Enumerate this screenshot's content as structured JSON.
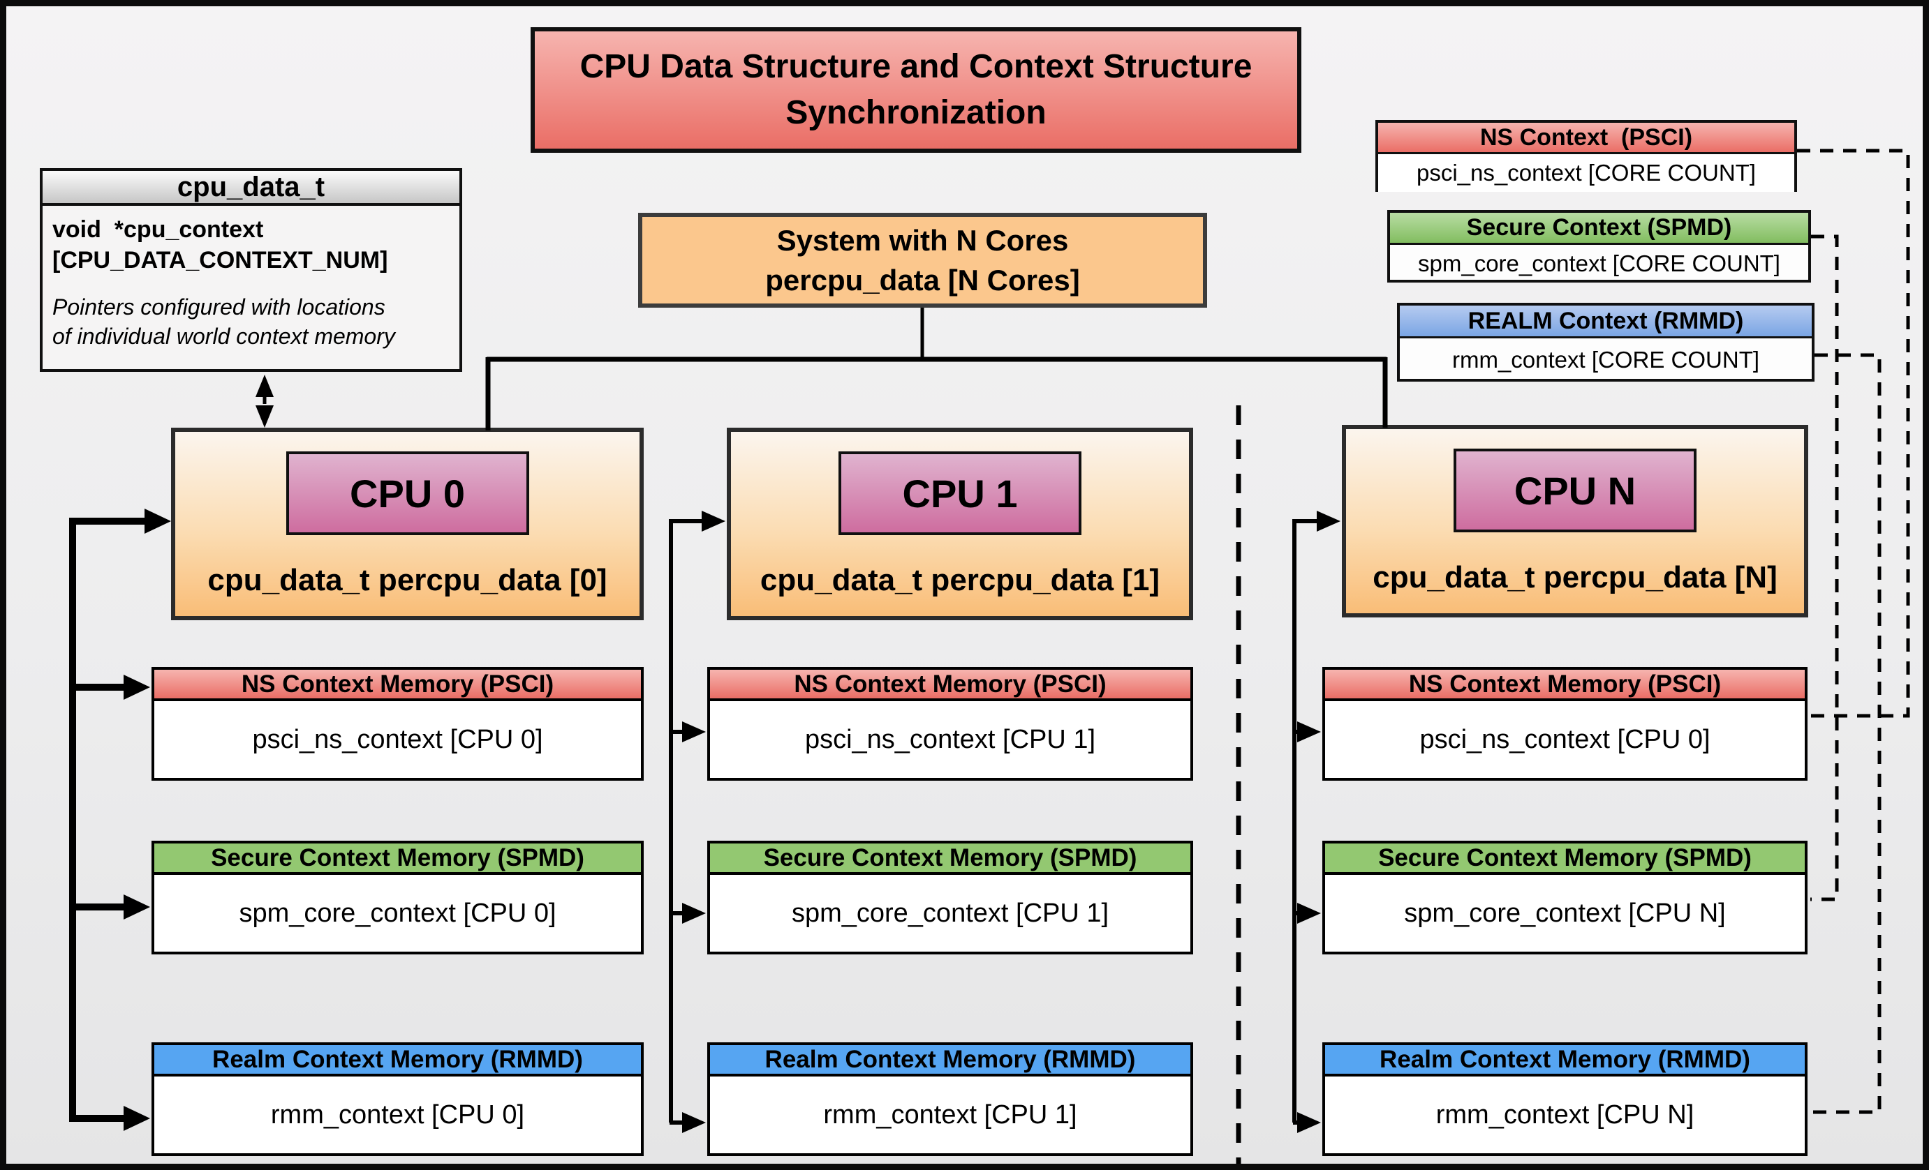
{
  "title": {
    "line1": "CPU Data Structure and Context Structure",
    "line2": "Synchronization"
  },
  "cpu_data_t": {
    "header": "cpu_data_t",
    "fields": "void  *cpu_context\n[CPU_DATA_CONTEXT_NUM]",
    "note": "Pointers configured with locations\nof individual world context memory"
  },
  "system_box": {
    "line1": "System with N Cores",
    "line2": "percpu_data [N Cores]"
  },
  "legend": {
    "ns": {
      "header": "NS Context  (PSCI)",
      "body": "psci_ns_context [CORE COUNT]"
    },
    "secure": {
      "header": "Secure Context (SPMD)",
      "body": "spm_core_context [CORE COUNT]"
    },
    "realm": {
      "header": "REALM Context (RMMD)",
      "body": "rmm_context [CORE COUNT]"
    }
  },
  "cpus": [
    {
      "label": "CPU 0",
      "data_label": "cpu_data_t percpu_data [0]",
      "ns": {
        "header": "NS Context Memory (PSCI)",
        "body": "psci_ns_context [CPU 0]"
      },
      "secure": {
        "header": "Secure Context Memory (SPMD)",
        "body": "spm_core_context [CPU 0]"
      },
      "realm": {
        "header": "Realm Context Memory (RMMD)",
        "body": "rmm_context [CPU 0]"
      }
    },
    {
      "label": "CPU 1",
      "data_label": "cpu_data_t percpu_data [1]",
      "ns": {
        "header": "NS Context Memory (PSCI)",
        "body": "psci_ns_context [CPU 1]"
      },
      "secure": {
        "header": "Secure Context Memory (SPMD)",
        "body": "spm_core_context [CPU 1]"
      },
      "realm": {
        "header": "Realm Context Memory (RMMD)",
        "body": "rmm_context [CPU 1]"
      }
    },
    {
      "label": "CPU N",
      "data_label": "cpu_data_t percpu_data [N]",
      "ns": {
        "header": "NS Context Memory (PSCI)",
        "body": "psci_ns_context [CPU 0]"
      },
      "secure": {
        "header": "Secure Context Memory (SPMD)",
        "body": "spm_core_context [CPU N]"
      },
      "realm": {
        "header": "Realm Context Memory (RMMD)",
        "body": "rmm_context [CPU N]"
      }
    }
  ],
  "colors": {
    "red-light": "#f6b4af",
    "red-dark": "#ea6e66",
    "green-light": "#b9dda4",
    "green-dark": "#82bd60",
    "green-solid": "#93c871",
    "blue-light": "#b6cbf0",
    "blue-dark": "#7aa5e4",
    "blue-solid": "#56a5f2",
    "orange": "#fbc78d",
    "orange-deep": "#f9bd77",
    "cream": "#fbf5ee",
    "pink-light": "#e0b3cf",
    "pink-dark": "#ce6d9f"
  }
}
